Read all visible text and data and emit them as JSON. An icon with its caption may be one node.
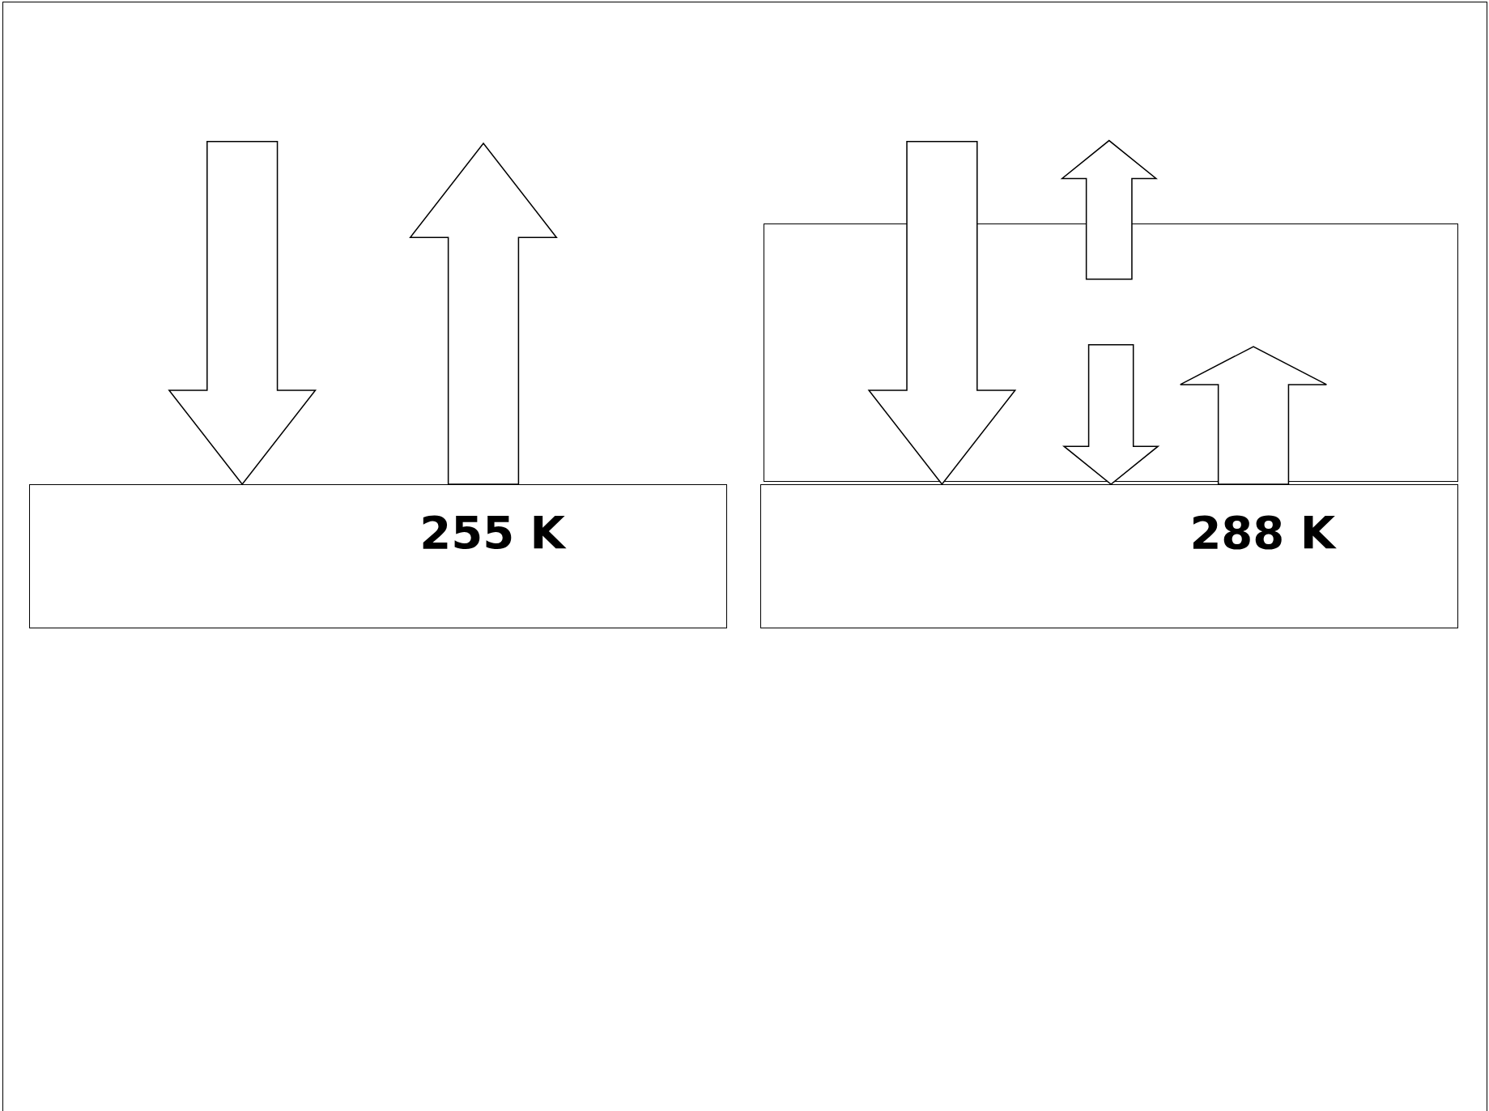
{
  "diagram": {
    "nodes": [
      {
        "text": [
          "255 K"
        ]
      },
      {
        "text": [],
        "shape": "box"
      },
      {
        "text": [
          "288 K"
        ]
      }
    ],
    "edges": [
      {
        "from": null,
        "to": 0,
        "arrow": "to"
      },
      {
        "from": 0,
        "to": null,
        "arrow": "to"
      },
      {
        "from": null,
        "to": 2,
        "arrow": "to"
      },
      {
        "from": 1,
        "to": null,
        "arrow": "to"
      },
      {
        "from": 1,
        "to": 2,
        "arrow": "to"
      },
      {
        "from": 2,
        "to": 1,
        "arrow": "to"
      }
    ]
  }
}
